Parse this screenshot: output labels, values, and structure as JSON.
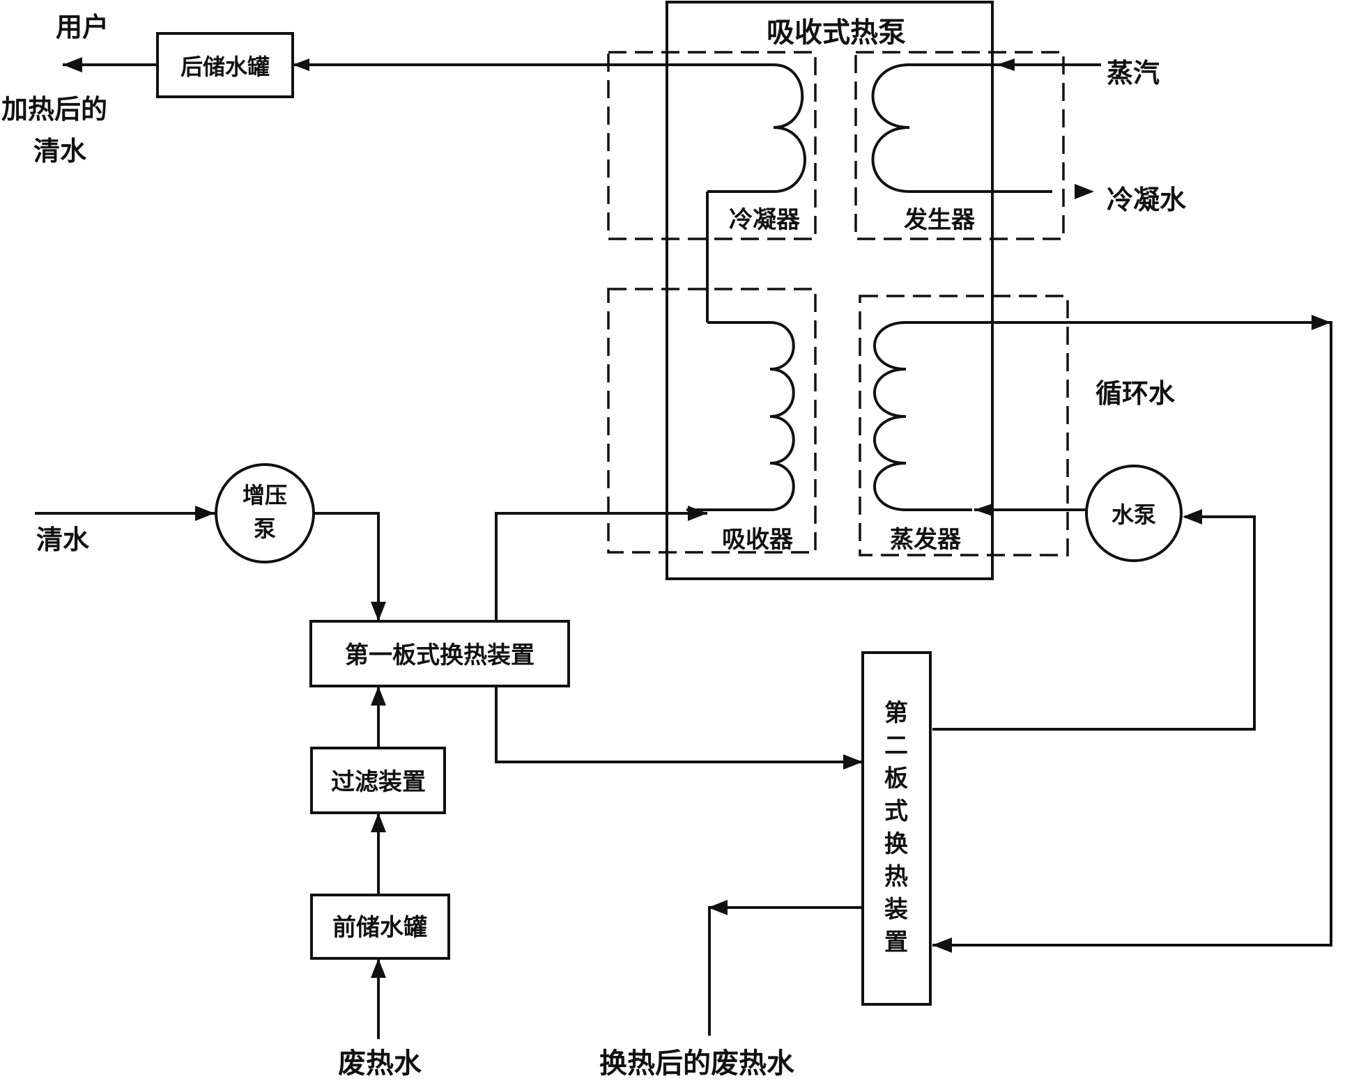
{
  "labels": {
    "user": "用户",
    "heated_clean_water_line1": "加热后的",
    "heated_clean_water_line2": "清水",
    "steam": "蒸汽",
    "condensate": "冷凝水",
    "circulating_water": "循环水",
    "clean_water": "清水",
    "waste_heat_water": "废热水",
    "exchanged_waste_heat_water": "换热后的废热水"
  },
  "components": {
    "absorption_heat_pump": "吸收式热泵",
    "condenser": "冷凝器",
    "generator": "发生器",
    "absorber": "吸收器",
    "evaporator": "蒸发器",
    "rear_storage_tank": "后储水罐",
    "booster_pump_line1": "增压",
    "booster_pump_line2": "泵",
    "water_pump": "水泵",
    "first_plate_heat_exchanger": "第一板式换热装置",
    "filter_device": "过滤装置",
    "front_storage_tank": "前储水罐",
    "second_plate_heat_exchanger": [
      "第",
      "二",
      "板",
      "式",
      "换",
      "热",
      "装",
      "置"
    ]
  }
}
